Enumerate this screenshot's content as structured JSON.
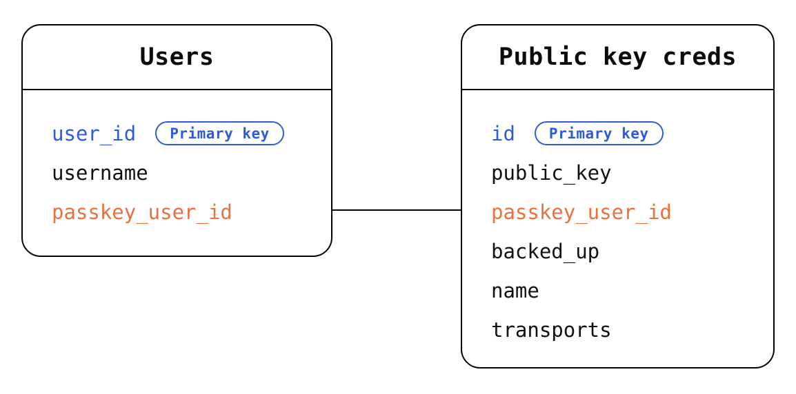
{
  "diagram": {
    "background": "#ffffff",
    "colors": {
      "border": "#000000",
      "text": "#111111",
      "primary_key": "#2d5bd9",
      "foreign_key": "#ea713b"
    },
    "tables": [
      {
        "id": "users",
        "title": "Users",
        "fields": [
          {
            "name": "user_id",
            "role": "primary",
            "badge": "Primary key"
          },
          {
            "name": "username",
            "role": "normal",
            "badge": null
          },
          {
            "name": "passkey_user_id",
            "role": "foreign",
            "badge": null
          }
        ]
      },
      {
        "id": "public-key-creds",
        "title": "Public key creds",
        "fields": [
          {
            "name": "id",
            "role": "primary",
            "badge": "Primary key"
          },
          {
            "name": "public_key",
            "role": "normal",
            "badge": null
          },
          {
            "name": "passkey_user_id",
            "role": "foreign",
            "badge": null
          },
          {
            "name": "backed_up",
            "role": "normal",
            "badge": null
          },
          {
            "name": "name",
            "role": "normal",
            "badge": null
          },
          {
            "name": "transports",
            "role": "normal",
            "badge": null
          }
        ]
      }
    ],
    "relationship": {
      "from": "Users.passkey_user_id",
      "to": "Public key creds.passkey_user_id"
    }
  }
}
